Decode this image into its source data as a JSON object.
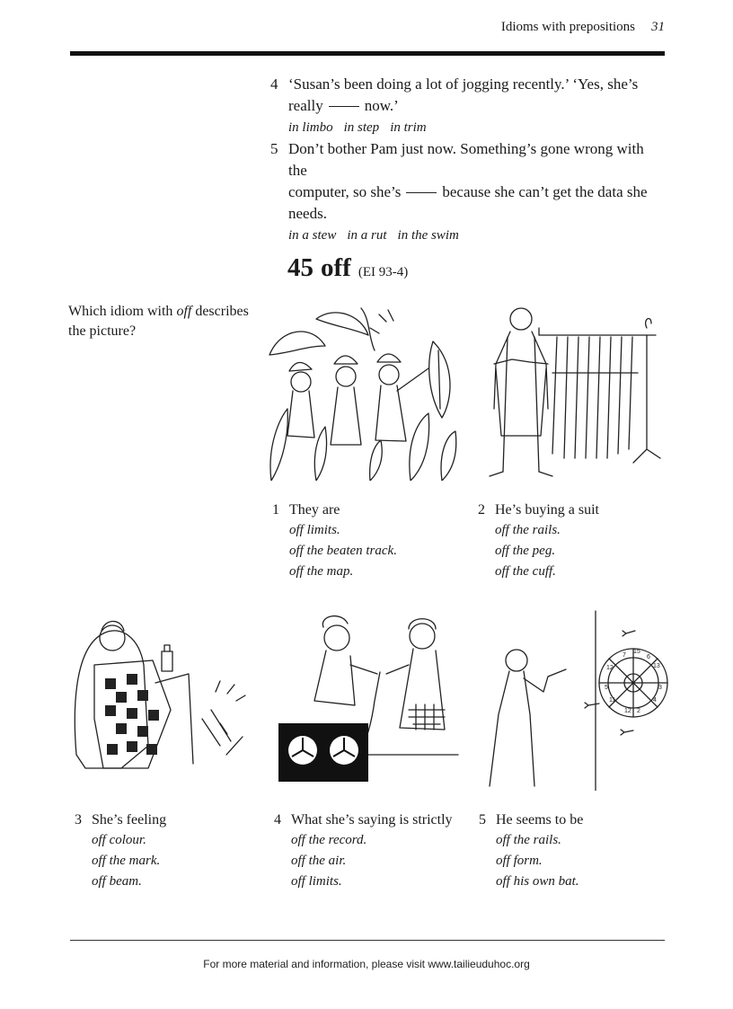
{
  "header": {
    "title": "Idioms with prepositions",
    "page_number": "31"
  },
  "prev_questions": [
    {
      "number": "4",
      "text_before": "‘Susan’s been doing a lot of jogging recently.’ ‘Yes, she’s",
      "line2_before": "really",
      "line2_after": "now.’",
      "options": [
        "in limbo",
        "in step",
        "in trim"
      ]
    },
    {
      "number": "5",
      "line1": "Don’t bother Pam just now. Something’s gone wrong with the",
      "line2_before": "computer, so she’s",
      "line2_after": "because she can’t get the data she",
      "line3": "needs.",
      "options": [
        "in a stew",
        "in a rut",
        "in the swim"
      ]
    }
  ],
  "section": {
    "number": "45",
    "word": "off",
    "reference": "(EI 93-4)"
  },
  "instruction": {
    "before": "Which idiom with ",
    "emph": "off",
    "after": " describes the picture?"
  },
  "items": [
    {
      "number": "1",
      "stem": "They are",
      "options": [
        "off limits.",
        "off the beaten track.",
        "off the map."
      ]
    },
    {
      "number": "2",
      "stem": "He’s buying a suit",
      "options": [
        "off the rails.",
        "off the peg.",
        "off the cuff."
      ]
    },
    {
      "number": "3",
      "stem": "She’s feeling",
      "options": [
        "off colour.",
        "off the mark.",
        "off beam."
      ]
    },
    {
      "number": "4",
      "stem": "What she’s saying is strictly",
      "options": [
        "off the record.",
        "off the air.",
        "off limits."
      ]
    },
    {
      "number": "5",
      "stem": "He seems to be",
      "options": [
        "off the rails.",
        "off form.",
        "off his own bat."
      ]
    }
  ],
  "dartboard_numbers": [
    "7",
    "15",
    "6",
    "13",
    "12",
    "5",
    "3",
    "11",
    "12",
    "2",
    "4"
  ],
  "footer": {
    "text": "For more material and information, please visit www.tailieuduhoc.org"
  }
}
